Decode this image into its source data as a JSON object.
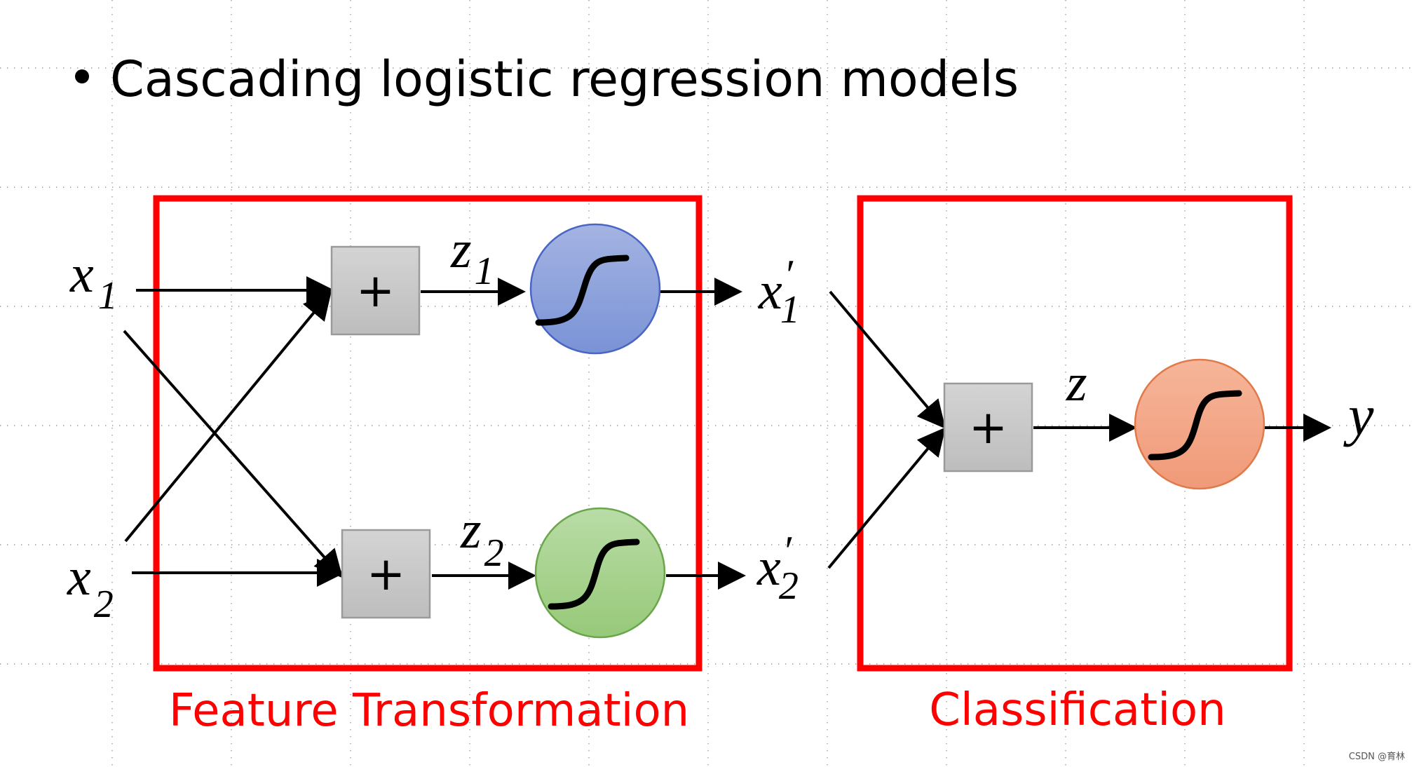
{
  "title": "Cascading logistic regression models",
  "inputs": {
    "x1": {
      "base": "x",
      "sub": "1"
    },
    "x2": {
      "base": "x",
      "sub": "2"
    }
  },
  "intermediates": {
    "z1": {
      "base": "z",
      "sub": "1"
    },
    "z2": {
      "base": "z",
      "sub": "2"
    },
    "z": {
      "base": "z"
    }
  },
  "transformed": {
    "x1p": {
      "base": "x",
      "prime": "′",
      "sub": "1"
    },
    "x2p": {
      "base": "x",
      "prime": "′",
      "sub": "2"
    }
  },
  "output": {
    "base": "y"
  },
  "sum_symbol": "+",
  "groups": {
    "feature": "Feature Transformation",
    "classify": "Classification"
  },
  "watermark": "CSDN @育林",
  "colors": {
    "frame": "#ff0000",
    "caption": "#ff0000",
    "sum_box_fill": "#c8c8c8",
    "sum_box_stroke": "#9a9a9a",
    "neuron_blue": "#7f96d6",
    "neuron_blue_stroke": "#4a66c4",
    "neuron_green": "#a3cf8a",
    "neuron_green_stroke": "#6aa64c",
    "neuron_orange": "#f2a483",
    "neuron_orange_stroke": "#e07a4a",
    "grid_dot": "#9a9a9a"
  }
}
